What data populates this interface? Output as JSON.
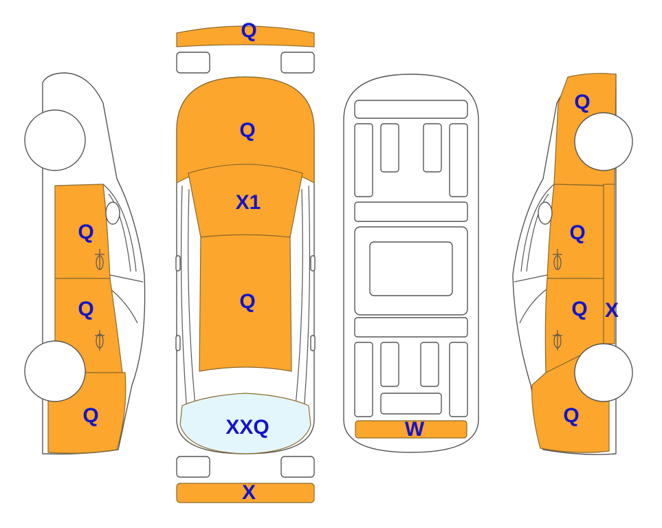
{
  "colors": {
    "damage_orange": "#FCA62E",
    "glass_blue": "#E3F6FC",
    "label_blue": "#1414C8",
    "outline": "#555555"
  },
  "labels": {
    "front_bumper": "Q",
    "hood": "Q",
    "windshield": "X1",
    "roof": "Q",
    "rear_window": "XXQ",
    "rear_bumper": "X",
    "underbody_rear": "W",
    "left_front_door": "Q",
    "left_rear_door": "Q",
    "left_rear_quarter": "Q",
    "right_front_fender": "Q",
    "right_front_door": "Q",
    "right_rear_door": "Q",
    "right_side_extra": "X",
    "right_rear_quarter": "Q"
  }
}
